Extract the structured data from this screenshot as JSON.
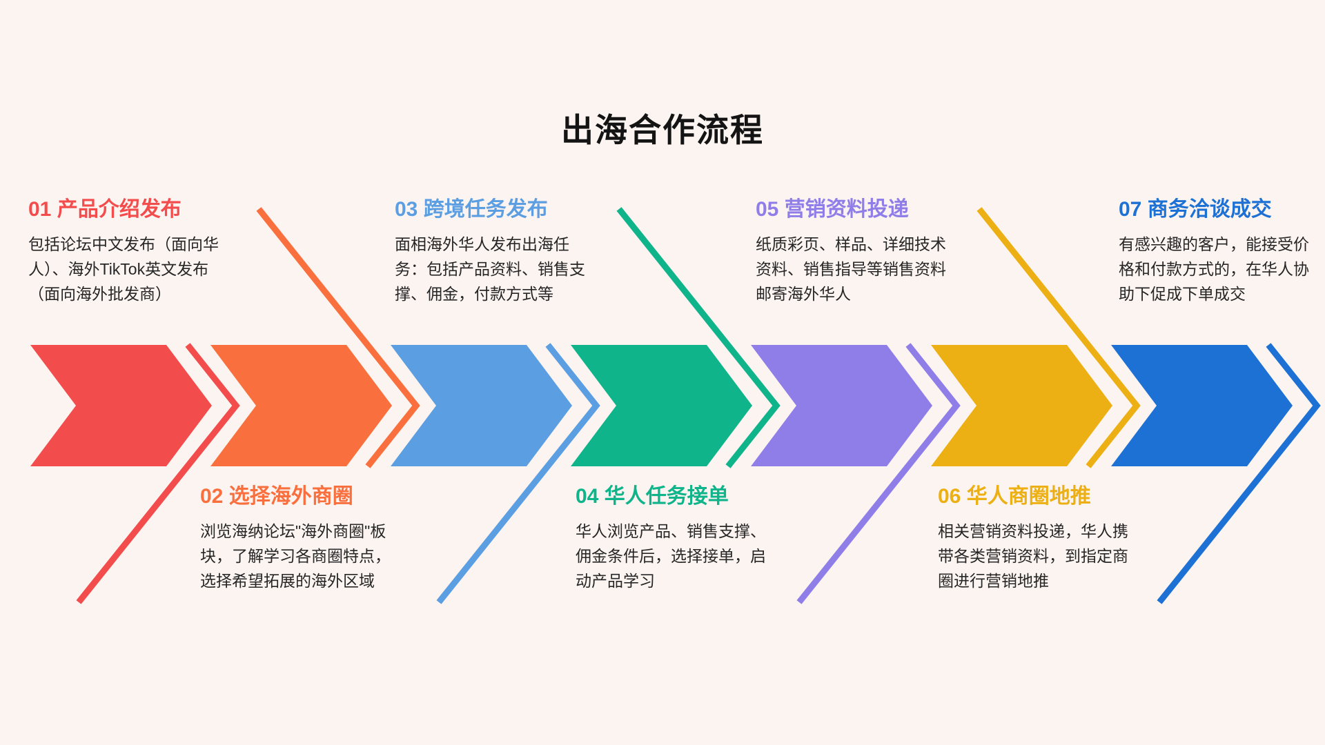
{
  "page": {
    "title": "出海合作流程",
    "background_color": "#FCF4F1",
    "diagram_type": "7-step chevron process flow"
  },
  "steps": [
    {
      "number": "01",
      "label": "01 产品介绍发布",
      "description": "包括论坛中文发布（面向华人）、海外TikTok英文发布（面向海外批发商）",
      "color": "#F34C4C",
      "text_position": "top"
    },
    {
      "number": "02",
      "label": "02 选择海外商圈",
      "description": "浏览海纳论坛\"海外商圈\"板块，了解学习各商圈特点，选择希望拓展的海外区域",
      "color": "#F9703E",
      "text_position": "bottom"
    },
    {
      "number": "03",
      "label": "03 跨境任务发布",
      "description": "面相海外华人发布出海任务：包括产品资料、销售支撑、佣金，付款方式等",
      "color": "#5B9EE2",
      "text_position": "top"
    },
    {
      "number": "04",
      "label": "04 华人任务接单",
      "description": "华人浏览产品、销售支撑、佣金条件后，选择接单，启动产品学习",
      "color": "#10B48A",
      "text_position": "bottom"
    },
    {
      "number": "05",
      "label": "05 营销资料投递",
      "description": "纸质彩页、样品、详细技术资料、销售指导等销售资料邮寄海外华人",
      "color": "#8F7DE8",
      "text_position": "top"
    },
    {
      "number": "06",
      "label": "06 华人商圈地推",
      "description": "相关营销资料投递，华人携带各类营销资料，到指定商圈进行营销地推",
      "color": "#ECAF14",
      "text_position": "bottom"
    },
    {
      "number": "07",
      "label": "07 商务洽谈成交",
      "description": "有感兴趣的客户，能接受价格和付款方式的，在华人协助下促成下单成交",
      "color": "#1D71D4",
      "text_position": "top"
    }
  ]
}
